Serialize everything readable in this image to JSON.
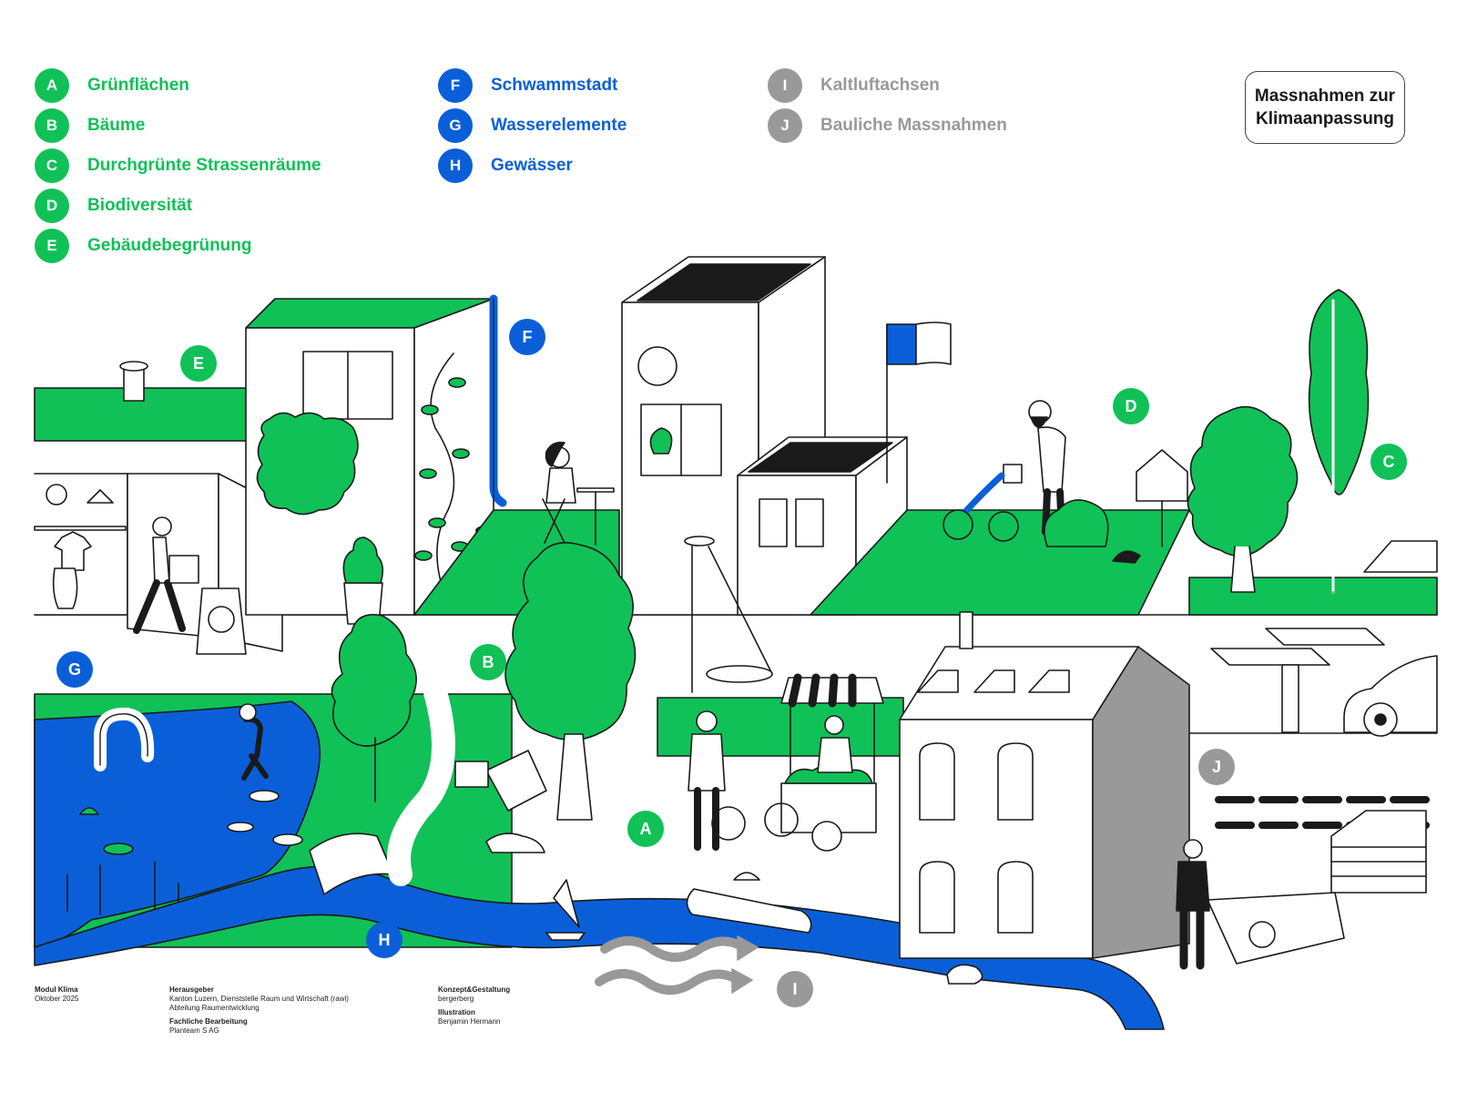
{
  "colors": {
    "green": "#10c157",
    "blue": "#0a5fd8",
    "gray": "#999999",
    "ink": "#1a1a1a"
  },
  "title": {
    "line1": "Massnahmen zur",
    "line2": "Klimaanpassung"
  },
  "legend": {
    "green_group": [
      {
        "letter": "A",
        "label": "Grünflächen"
      },
      {
        "letter": "B",
        "label": "Bäume"
      },
      {
        "letter": "C",
        "label": "Durchgrünte Strassenräume"
      },
      {
        "letter": "D",
        "label": "Biodiversität"
      },
      {
        "letter": "E",
        "label": "Gebäudebegrünung"
      }
    ],
    "blue_group": [
      {
        "letter": "F",
        "label": "Schwammstadt"
      },
      {
        "letter": "G",
        "label": "Wasserelemente"
      },
      {
        "letter": "H",
        "label": "Gewässer"
      }
    ],
    "gray_group": [
      {
        "letter": "I",
        "label": "Kaltluftachsen"
      },
      {
        "letter": "J",
        "label": "Bauliche Massnahmen"
      }
    ]
  },
  "scene_markers": {
    "A": "A",
    "B": "B",
    "C": "C",
    "D": "D",
    "E": "E",
    "F": "F",
    "G": "G",
    "H": "H",
    "I": "I",
    "J": "J"
  },
  "credits": {
    "module_title": "Modul Klima",
    "module_date": "Oktober 2025",
    "publisher_heading": "Herausgeber",
    "publisher_line1": "Kanton Luzern, Dienststelle Raum und Wirtschaft (rawi)",
    "publisher_line2": "Abteilung Raumentwicklung",
    "technical_heading": "Fachliche Bearbeitung",
    "technical_name": "Planteam S AG",
    "concept_heading": "Konzept&Gestaltung",
    "concept_name": "bergerberg",
    "illustration_heading": "Illustration",
    "illustration_name": "Benjamin Hermann"
  }
}
